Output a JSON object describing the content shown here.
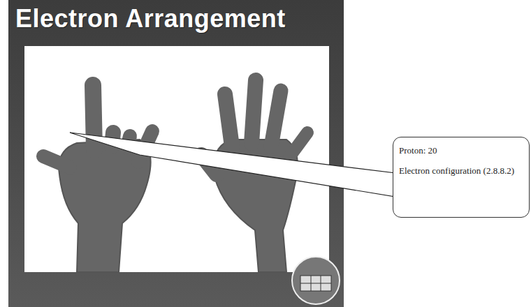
{
  "diagram": {
    "title": "Electron Arrangement",
    "nodes": [
      {
        "text": [
          "Proton: 20",
          "Electron configuration (2.8.8.2)"
        ]
      }
    ]
  }
}
